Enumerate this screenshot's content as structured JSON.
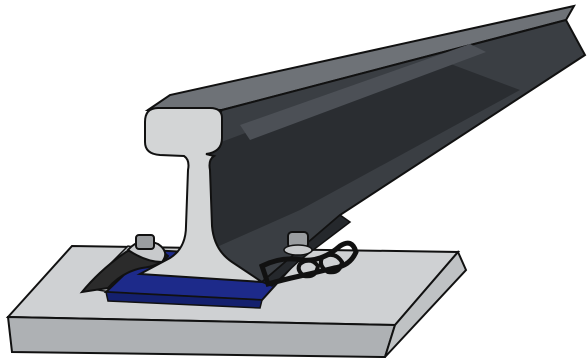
{
  "diagram": {
    "subject": "rail-fastening-system",
    "components": [
      "rail",
      "concrete-sleeper",
      "rail-pad",
      "elastic-clip",
      "anchor-bolt"
    ],
    "colors": {
      "background": "#ffffff",
      "rail_top": "#6e7277",
      "rail_face": "#3a3e43",
      "rail_shadow": "#2a2d31",
      "rail_end": "#d3d5d6",
      "sleeper_top": "#cfd1d3",
      "sleeper_front": "#aeb1b4",
      "sleeper_side": "#bfc2c4",
      "pad": "#1d2a8a",
      "clip": "#2b2b2b",
      "bolt": "#9a9da0",
      "outline": "#111111"
    }
  }
}
